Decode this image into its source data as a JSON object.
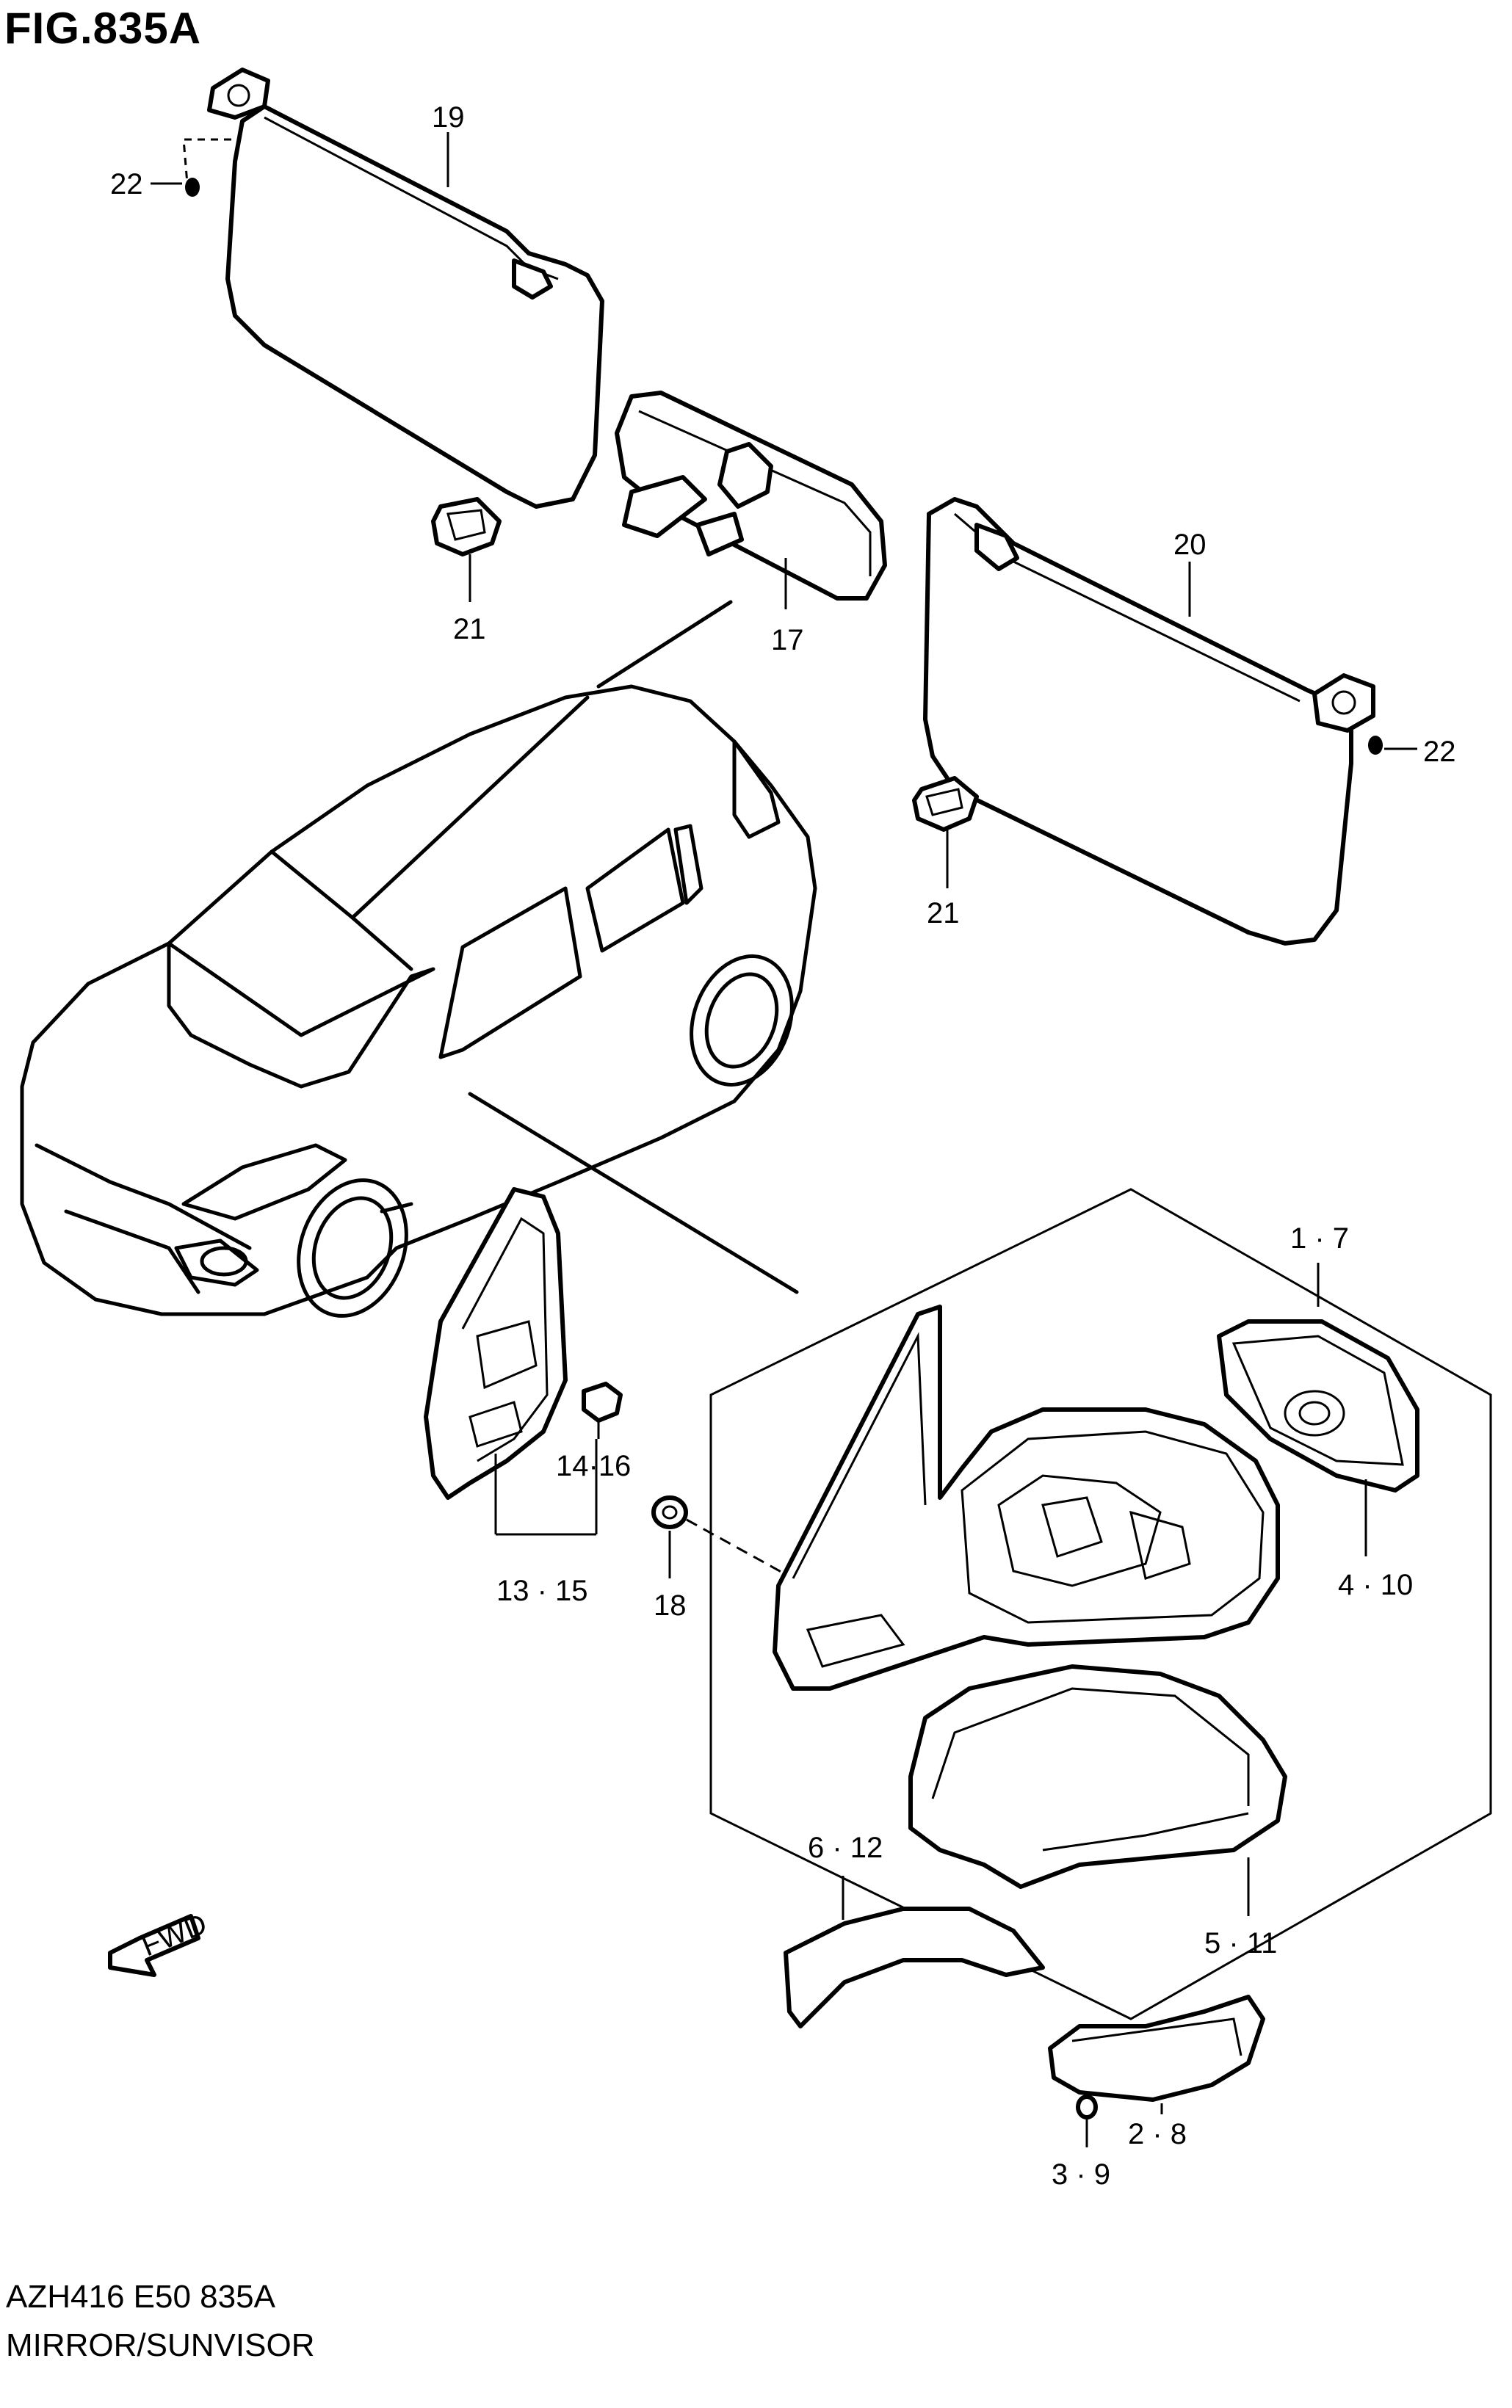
{
  "header": {
    "figure_title": "FIG.835A"
  },
  "footer": {
    "code": "AZH416 E50 835A",
    "name": "MIRROR/SUNVISOR"
  },
  "callouts": {
    "c19": "19",
    "c22a": "22",
    "c21a": "21",
    "c17": "17",
    "c20": "20",
    "c22b": "22",
    "c21b": "21",
    "c1_7": "1 · 7",
    "c4_10": "4 · 10",
    "c14_16": "14·16",
    "c13_15": "13 · 15",
    "c18": "18",
    "c6_12": "6 · 12",
    "c5_11": "5 · 11",
    "c2_8": "2 · 8",
    "c3_9": "3 · 9"
  },
  "fwd_arrow": {
    "label": "FWD"
  }
}
